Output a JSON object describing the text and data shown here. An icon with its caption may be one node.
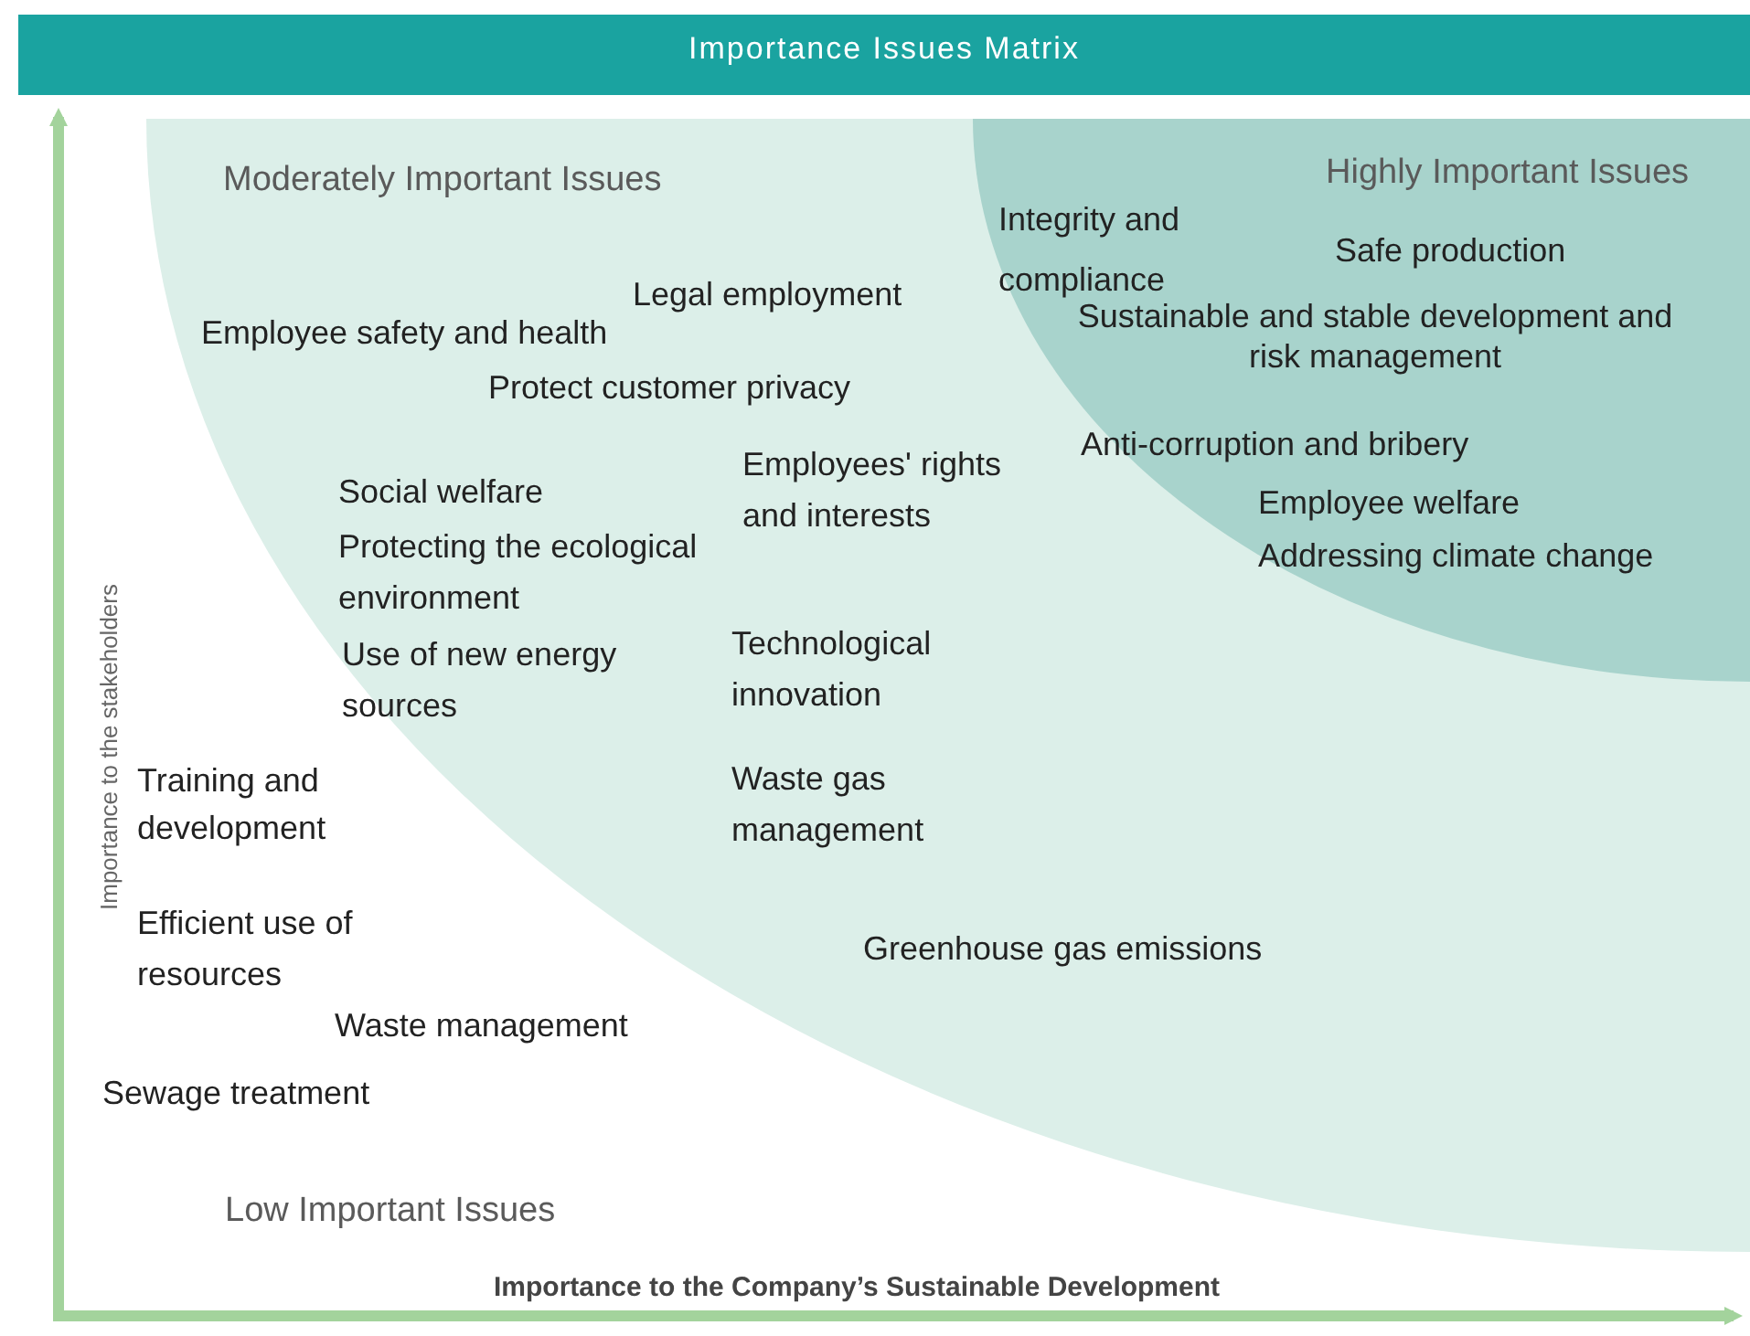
{
  "diagram": {
    "title": "Importance Issues Matrix",
    "labels": [
      "Highly Important Issues",
      "Moderately Important Issues",
      "Integrity and compliance",
      "Safe production",
      "Legal employment",
      "Sustainable and stable development and risk management",
      "Employee safety and health",
      "Protect customer privacy",
      "Anti-corruption and bribery",
      "Employees' rights and interests",
      "Social welfare",
      "Employee welfare",
      "Protecting the ecological environment",
      "Addressing climate change",
      "Technological innovation",
      "Use of new energy sources",
      "Waste gas management",
      "Training and development",
      "Efficient use of resources",
      "Greenhouse gas emissions",
      "Waste management",
      "Sewage treatment",
      "Low Important Issues",
      "Importance to the Company’s Sustainable Development",
      "Importance to the stakeholders"
    ]
  }
}
